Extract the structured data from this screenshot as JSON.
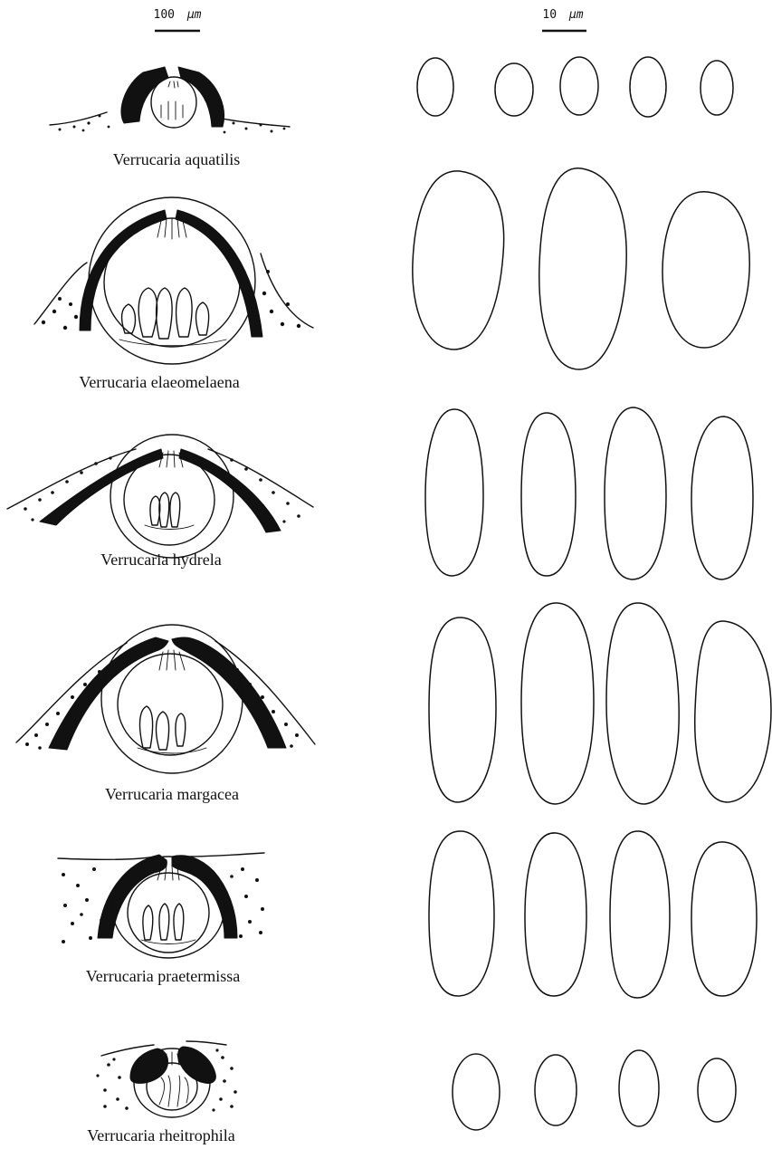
{
  "scale_bars": {
    "section": {
      "label": "100",
      "unit": "μm"
    },
    "spores": {
      "label": "10",
      "unit": "μm"
    }
  },
  "species": [
    {
      "name": "Verrucaria aquatilis",
      "spore_count": 5
    },
    {
      "name": "Verrucaria elaeomelaena",
      "spore_count": 3
    },
    {
      "name": "Verrucaria hydrela",
      "spore_count": 4
    },
    {
      "name": "Verrucaria margacea",
      "spore_count": 4
    },
    {
      "name": "Verrucaria praetermissa",
      "spore_count": 4
    },
    {
      "name": "Verrucaria rheitrophila",
      "spore_count": 4
    }
  ]
}
